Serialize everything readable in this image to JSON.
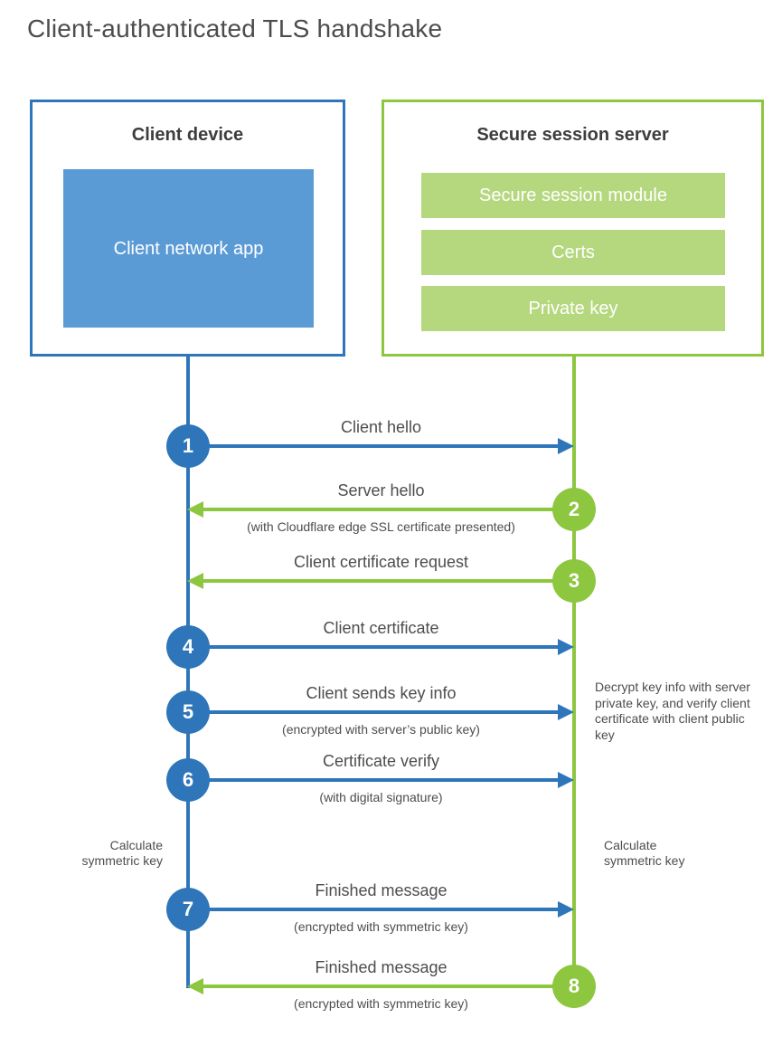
{
  "title": "Client-authenticated TLS handshake",
  "colors": {
    "client_blue": "#2e76b9",
    "client_blue_fill": "#5b9bd5",
    "server_green": "#8dc63f",
    "server_green_fill": "#b5d87e",
    "text": "#4d4d4d"
  },
  "client": {
    "title": "Client device",
    "app": "Client network app"
  },
  "server": {
    "title": "Secure session server",
    "modules": [
      "Secure session module",
      "Certs",
      "Private key"
    ]
  },
  "steps": [
    {
      "num": "1",
      "label": "Client hello",
      "sub": "",
      "from": "client",
      "to": "server"
    },
    {
      "num": "2",
      "label": "Server hello",
      "sub": "(with Cloudflare edge SSL certificate presented)",
      "from": "server",
      "to": "client"
    },
    {
      "num": "3",
      "label": "Client certificate request",
      "sub": "",
      "from": "server",
      "to": "client"
    },
    {
      "num": "4",
      "label": "Client certificate",
      "sub": "",
      "from": "client",
      "to": "server"
    },
    {
      "num": "5",
      "label": "Client sends key info",
      "sub": "(encrypted with server’s public key)",
      "from": "client",
      "to": "server"
    },
    {
      "num": "6",
      "label": "Certificate verify",
      "sub": "(with digital signature)",
      "from": "client",
      "to": "server"
    },
    {
      "num": "7",
      "label": "Finished message",
      "sub": "(encrypted with symmetric key)",
      "from": "client",
      "to": "server"
    },
    {
      "num": "8",
      "label": "Finished message",
      "sub": "(encrypted with symmetric key)",
      "from": "server",
      "to": "client"
    }
  ],
  "annotations": {
    "calculate_left": "Calculate symmetric key",
    "calculate_right": "Calculate symmetric key",
    "decrypt_note": "Decrypt key info with server private key, and verify client certificate with client public key"
  }
}
